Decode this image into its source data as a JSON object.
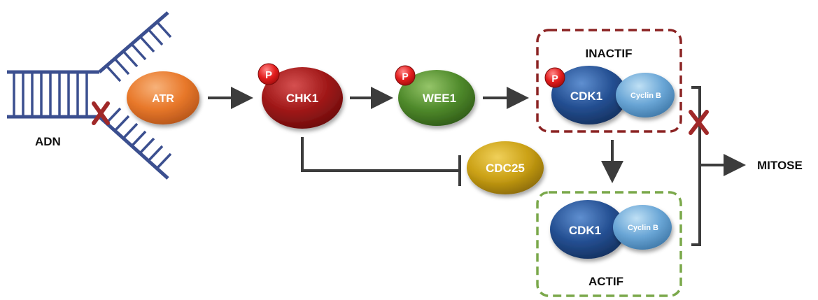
{
  "labels": {
    "dna": "ADN",
    "atr": "ATR",
    "chk1": "CHK1",
    "wee1": "WEE1",
    "cdc25": "CDC25",
    "cdk1_inactive": "CDK1",
    "cyclin_inactive": "Cyclin B",
    "cdk1_active": "CDK1",
    "cyclin_active": "Cyclin B",
    "inactive_state": "INACTIF",
    "active_state": "ACTIF",
    "mitosis": "MITOSE",
    "phospho_chk1": "P",
    "phospho_wee1": "P",
    "phospho_cdk1": "P"
  },
  "colors": {
    "dna": "#3b4f8f",
    "atr": "#e8782a",
    "chk1": "#a01818",
    "wee1": "#4f8a2b",
    "cdc25": "#caa014",
    "cdk1": "#244f92",
    "cyclin": "#6aa6d6",
    "phospho": "#e31d1d",
    "inactive_box": "#8b2323",
    "active_box": "#7aa84a",
    "arrow": "#3c3c3c",
    "block_mark": "#a02828"
  }
}
